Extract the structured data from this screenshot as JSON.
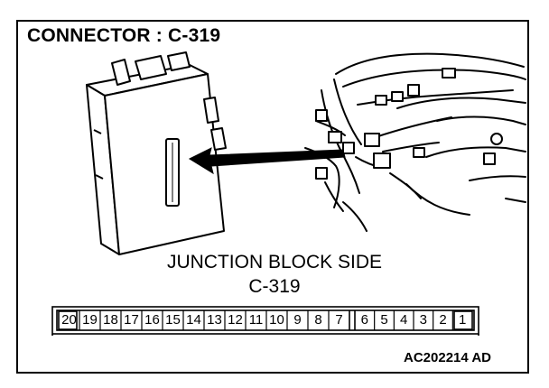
{
  "heading": "CONNECTOR : C-319",
  "side_label": "JUNCTION BLOCK SIDE",
  "code_label": "C-319",
  "figure_code": "AC202214 AD",
  "pins": [
    "20",
    "19",
    "18",
    "17",
    "16",
    "15",
    "14",
    "13",
    "12",
    "11",
    "10",
    "9",
    "8",
    "7",
    "6",
    "5",
    "4",
    "3",
    "2",
    "1"
  ],
  "colors": {
    "ink": "#000000",
    "paper": "#ffffff"
  }
}
